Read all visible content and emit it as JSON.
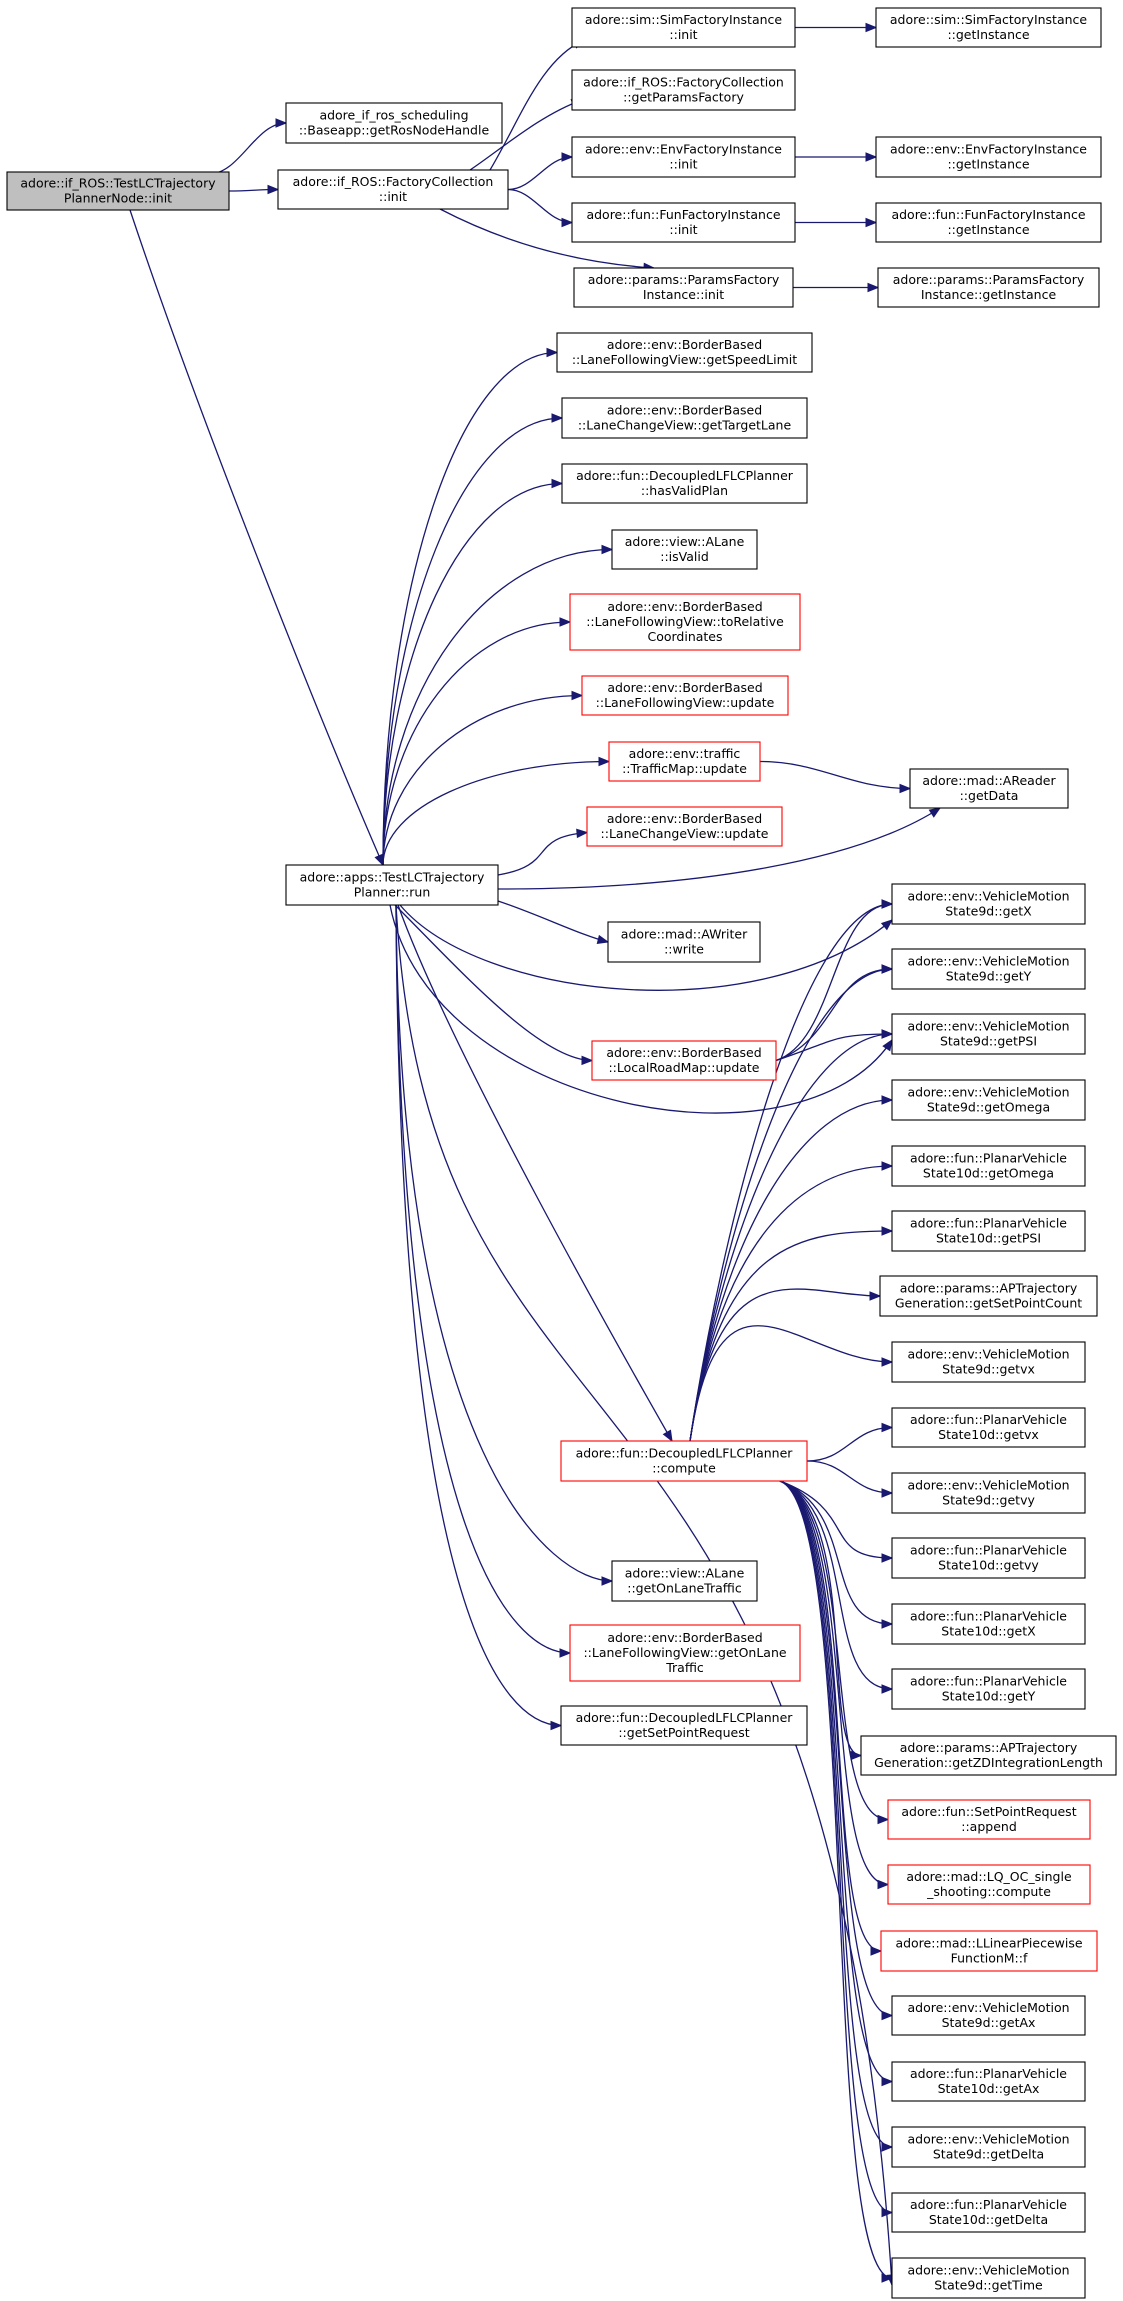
{
  "colors": {
    "edge": "#191970",
    "partial_border": "#ff0000",
    "current_fill": "#bfbfbf",
    "plain_border": "#000000"
  },
  "nodes": [
    {
      "id": "root",
      "lines": [
        "adore::if_ROS::TestLCTrajectory",
        "PlannerNode::init"
      ],
      "style": "current"
    },
    {
      "id": "getRosNodeHandle",
      "lines": [
        "adore_if_ros_scheduling",
        "::Baseapp::getRosNodeHandle"
      ],
      "style": "plain"
    },
    {
      "id": "fc_init",
      "lines": [
        "adore::if_ROS::FactoryCollection",
        "::init"
      ],
      "style": "plain"
    },
    {
      "id": "sim_init",
      "lines": [
        "adore::sim::SimFactoryInstance",
        "::init"
      ],
      "style": "plain"
    },
    {
      "id": "sim_getInstance",
      "lines": [
        "adore::sim::SimFactoryInstance",
        "::getInstance"
      ],
      "style": "plain"
    },
    {
      "id": "getParamsFactory",
      "lines": [
        "adore::if_ROS::FactoryCollection",
        "::getParamsFactory"
      ],
      "style": "plain"
    },
    {
      "id": "env_init",
      "lines": [
        "adore::env::EnvFactoryInstance",
        "::init"
      ],
      "style": "plain"
    },
    {
      "id": "env_getInstance",
      "lines": [
        "adore::env::EnvFactoryInstance",
        "::getInstance"
      ],
      "style": "plain"
    },
    {
      "id": "fun_init",
      "lines": [
        "adore::fun::FunFactoryInstance",
        "::init"
      ],
      "style": "plain"
    },
    {
      "id": "fun_getInstance",
      "lines": [
        "adore::fun::FunFactoryInstance",
        "::getInstance"
      ],
      "style": "plain"
    },
    {
      "id": "params_init",
      "lines": [
        "adore::params::ParamsFactory",
        "Instance::init"
      ],
      "style": "plain"
    },
    {
      "id": "params_getInstance",
      "lines": [
        "adore::params::ParamsFactory",
        "Instance::getInstance"
      ],
      "style": "plain"
    },
    {
      "id": "getSpeedLimit",
      "lines": [
        "adore::env::BorderBased",
        "::LaneFollowingView::getSpeedLimit"
      ],
      "style": "plain"
    },
    {
      "id": "getTargetLane",
      "lines": [
        "adore::env::BorderBased",
        "::LaneChangeView::getTargetLane"
      ],
      "style": "plain"
    },
    {
      "id": "hasValidPlan",
      "lines": [
        "adore::fun::DecoupledLFLCPlanner",
        "::hasValidPlan"
      ],
      "style": "plain"
    },
    {
      "id": "alane_isValid",
      "lines": [
        "adore::view::ALane",
        "::isValid"
      ],
      "style": "plain"
    },
    {
      "id": "toRelative",
      "lines": [
        "adore::env::BorderBased",
        "::LaneFollowingView::toRelative",
        "Coordinates"
      ],
      "style": "partial"
    },
    {
      "id": "lfv_update",
      "lines": [
        "adore::env::BorderBased",
        "::LaneFollowingView::update"
      ],
      "style": "partial"
    },
    {
      "id": "trafficmap_update",
      "lines": [
        "adore::env::traffic",
        "::TrafficMap::update"
      ],
      "style": "partial"
    },
    {
      "id": "areader_getData",
      "lines": [
        "adore::mad::AReader",
        "::getData"
      ],
      "style": "plain"
    },
    {
      "id": "lcv_update",
      "lines": [
        "adore::env::BorderBased",
        "::LaneChangeView::update"
      ],
      "style": "partial"
    },
    {
      "id": "run",
      "lines": [
        "adore::apps::TestLCTrajectory",
        "Planner::run"
      ],
      "style": "plain"
    },
    {
      "id": "vm_getX",
      "lines": [
        "adore::env::VehicleMotion",
        "State9d::getX"
      ],
      "style": "plain"
    },
    {
      "id": "awriter_write",
      "lines": [
        "adore::mad::AWriter",
        "::write"
      ],
      "style": "plain"
    },
    {
      "id": "vm_getY",
      "lines": [
        "adore::env::VehicleMotion",
        "State9d::getY"
      ],
      "style": "plain"
    },
    {
      "id": "lrm_update",
      "lines": [
        "adore::env::BorderBased",
        "::LocalRoadMap::update"
      ],
      "style": "partial"
    },
    {
      "id": "vm_getPSI",
      "lines": [
        "adore::env::VehicleMotion",
        "State9d::getPSI"
      ],
      "style": "plain"
    },
    {
      "id": "vm_getOmega",
      "lines": [
        "adore::env::VehicleMotion",
        "State9d::getOmega"
      ],
      "style": "plain"
    },
    {
      "id": "pv_getOmega",
      "lines": [
        "adore::fun::PlanarVehicle",
        "State10d::getOmega"
      ],
      "style": "plain"
    },
    {
      "id": "pv_getPSI",
      "lines": [
        "adore::fun::PlanarVehicle",
        "State10d::getPSI"
      ],
      "style": "plain"
    },
    {
      "id": "getSetPointCount",
      "lines": [
        "adore::params::APTrajectory",
        "Generation::getSetPointCount"
      ],
      "style": "plain"
    },
    {
      "id": "vm_getvx",
      "lines": [
        "adore::env::VehicleMotion",
        "State9d::getvx"
      ],
      "style": "plain"
    },
    {
      "id": "pv_getvx",
      "lines": [
        "adore::fun::PlanarVehicle",
        "State10d::getvx"
      ],
      "style": "plain"
    },
    {
      "id": "compute",
      "lines": [
        "adore::fun::DecoupledLFLCPlanner",
        "::compute"
      ],
      "style": "partial"
    },
    {
      "id": "vm_getvy",
      "lines": [
        "adore::env::VehicleMotion",
        "State9d::getvy"
      ],
      "style": "plain"
    },
    {
      "id": "pv_getvy",
      "lines": [
        "adore::fun::PlanarVehicle",
        "State10d::getvy"
      ],
      "style": "plain"
    },
    {
      "id": "getOnLaneTraffic",
      "lines": [
        "adore::view::ALane",
        "::getOnLaneTraffic"
      ],
      "style": "plain"
    },
    {
      "id": "pv_getX",
      "lines": [
        "adore::fun::PlanarVehicle",
        "State10d::getX"
      ],
      "style": "plain"
    },
    {
      "id": "lfv_getOnLaneTraffic",
      "lines": [
        "adore::env::BorderBased",
        "::LaneFollowingView::getOnLane",
        "Traffic"
      ],
      "style": "partial"
    },
    {
      "id": "pv_getY",
      "lines": [
        "adore::fun::PlanarVehicle",
        "State10d::getY"
      ],
      "style": "plain"
    },
    {
      "id": "getSetPointRequest",
      "lines": [
        "adore::fun::DecoupledLFLCPlanner",
        "::getSetPointRequest"
      ],
      "style": "plain"
    },
    {
      "id": "getZD",
      "lines": [
        "adore::params::APTrajectory",
        "Generation::getZDIntegrationLength"
      ],
      "style": "plain"
    },
    {
      "id": "spr_append",
      "lines": [
        "adore::fun::SetPointRequest",
        "::append"
      ],
      "style": "partial"
    },
    {
      "id": "lq_compute",
      "lines": [
        "adore::mad::LQ_OC_single",
        "_shooting::compute"
      ],
      "style": "partial"
    },
    {
      "id": "llpf_f",
      "lines": [
        "adore::mad::LLinearPiecewise",
        "FunctionM::f"
      ],
      "style": "partial"
    },
    {
      "id": "vm_getAx",
      "lines": [
        "adore::env::VehicleMotion",
        "State9d::getAx"
      ],
      "style": "plain"
    },
    {
      "id": "pv_getAx",
      "lines": [
        "adore::fun::PlanarVehicle",
        "State10d::getAx"
      ],
      "style": "plain"
    },
    {
      "id": "vm_getDelta",
      "lines": [
        "adore::env::VehicleMotion",
        "State9d::getDelta"
      ],
      "style": "plain"
    },
    {
      "id": "pv_getDelta",
      "lines": [
        "adore::fun::PlanarVehicle",
        "State10d::getDelta"
      ],
      "style": "plain"
    },
    {
      "id": "vm_getTime",
      "lines": [
        "adore::env::VehicleMotion",
        "State9d::getTime"
      ],
      "style": "plain"
    }
  ]
}
